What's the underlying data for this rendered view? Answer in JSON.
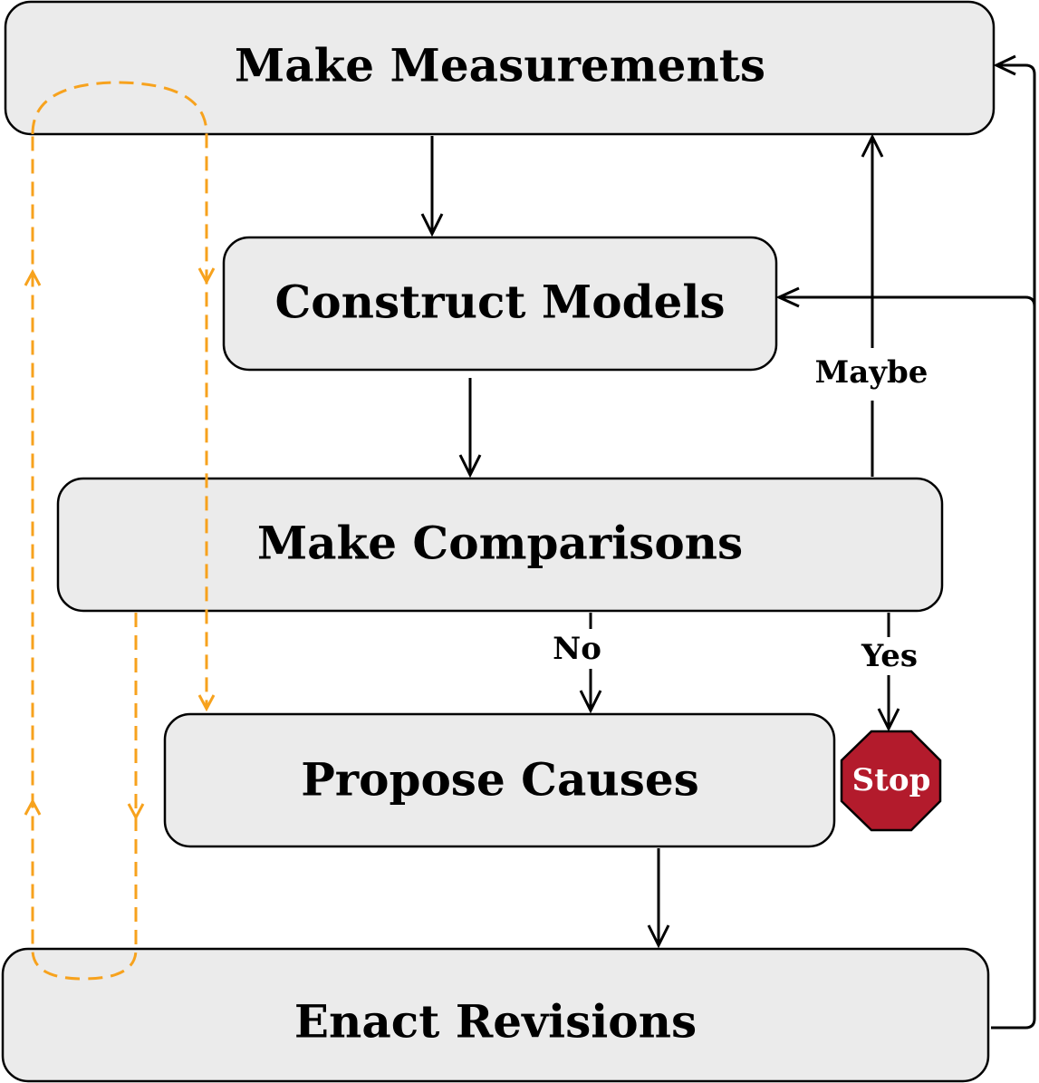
{
  "nodes": {
    "make_measurements": "Make Measurements",
    "construct_models": "Construct Models",
    "make_comparisons": "Make Comparisons",
    "propose_causes": "Propose Causes",
    "enact_revisions": "Enact Revisions"
  },
  "edge_labels": {
    "maybe": "Maybe",
    "no": "No",
    "yes": "Yes"
  },
  "stop_sign": {
    "label": "Stop",
    "color": "#b31b2c",
    "text_color": "#ffffff"
  },
  "colors": {
    "box_fill": "#ebebeb",
    "dashed_loop": "#f7a21d"
  }
}
